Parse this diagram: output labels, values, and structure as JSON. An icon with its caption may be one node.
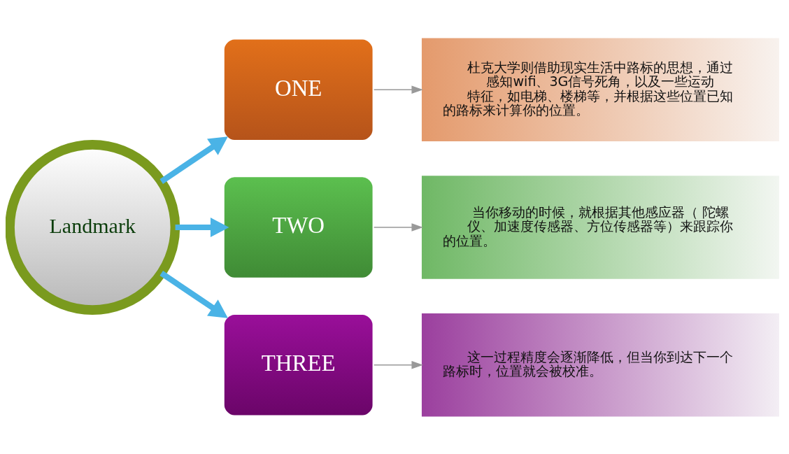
{
  "diagram": {
    "nodes": [
      {
        "text": [
          "Landmark"
        ]
      },
      {
        "text": [
          "ONE"
        ]
      },
      {
        "text": [
          "杜克大学则借助现实生活中路标的思想，通过感知wifi、3G信号死角，以及一些运动特征，如电梯、楼梯等，并根据这些位置已知的路标来计算你的位置。"
        ]
      },
      {
        "text": [
          "TWO"
        ]
      },
      {
        "text": [
          "当你移动的时候，就根据其他感应器（ 陀螺仪、加速度传感器、方位传感器等）来跟踪你的位置。"
        ]
      },
      {
        "text": [
          "THREE"
        ]
      },
      {
        "text": [
          "这一过程精度会逐渐降低，但当你到达下一个路标时，位置就会被校准。"
        ]
      }
    ],
    "edges": [
      {
        "from": 0,
        "to": 1,
        "arrow": "to",
        "style": "thick",
        "color": "#4ab3e6"
      },
      {
        "from": 0,
        "to": 3,
        "arrow": "to",
        "style": "thick",
        "color": "#4ab3e6"
      },
      {
        "from": 0,
        "to": 5,
        "arrow": "to",
        "style": "thick",
        "color": "#4ab3e6"
      },
      {
        "from": 1,
        "to": 2,
        "arrow": "to"
      },
      {
        "from": 3,
        "to": 4,
        "arrow": "to"
      },
      {
        "from": 5,
        "to": 6,
        "arrow": "to"
      }
    ]
  }
}
